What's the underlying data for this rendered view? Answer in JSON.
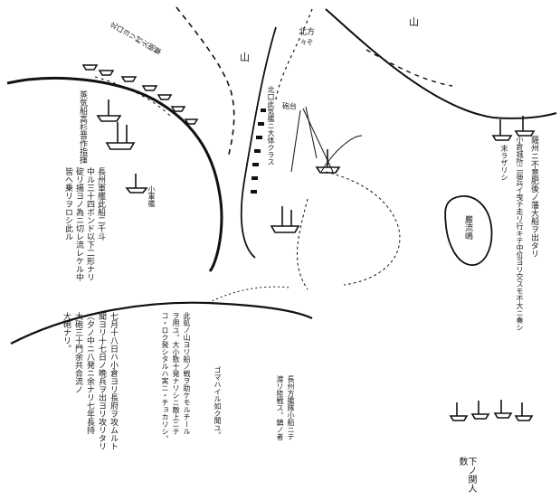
{
  "map": {
    "mountain_labels": [
      "山",
      "山"
    ],
    "north_label": "北方",
    "north_sublabel": "々ぞ",
    "shore_battery_label": "砲台",
    "small_fleet_label": "小軍艦",
    "coast_vessels_label": "北口ヨリ村火砲撃",
    "island_label": "巌流嶋",
    "shimonoseki_label": "下ノ関人数",
    "annotations": {
      "steamers_caption": "蒸気船高杉晋作指揮",
      "right_note_1": "薩州ニ不意肥後ノ藩大船ヲ出タリ",
      "right_note_2": "小倉城所二届兵イ曳テ走リ行キテ中位ヨリ交スモ不大ニ奏シ",
      "right_note_3": "末ラザリシ",
      "chosu_flagship_1": "長州軍艦此船二千斗",
      "chosu_flagship_2": "中ル三十四ボンド以下二形ナリ",
      "chosu_flagship_3": "碇リ揚ヨノ為ニ切レ流レケル中",
      "chosu_flagship_4": "皆ヘ乗リヲロシ此ル",
      "bottom_note_1": "七月十八日ハ小倉ヨリ長府ヲ攻ムルト",
      "bottom_note_2": "聞ヨリ十七日ノ晩兵ヲ出ヨリ攻リタリ",
      "bottom_note_3": "（夕ノ中ニ八発ニ余ナリ七年長持",
      "bottom_note_4": "大砲三十門余共合流ノ",
      "bottom_note_5": "大砲ナリ。",
      "mid_note_1": "此処ノ山ヨリ船ノ戦ヲ助ケモルチール",
      "mid_note_2": "ヲ用ユ。大小数十発ナリシニ敵上ニテ",
      "mid_note_3": "コ・ロク発シタルハ実ニ・チョカリシ。",
      "mid_note_4": "ゴマハイル如ク聞ユ。",
      "lower_note_1": "長州方艦隊小船ニテ",
      "lower_note_2": "渡リ陸戦ス。鎮ノ者",
      "channel_note": "北口此気艦ニ大体クラス"
    }
  }
}
